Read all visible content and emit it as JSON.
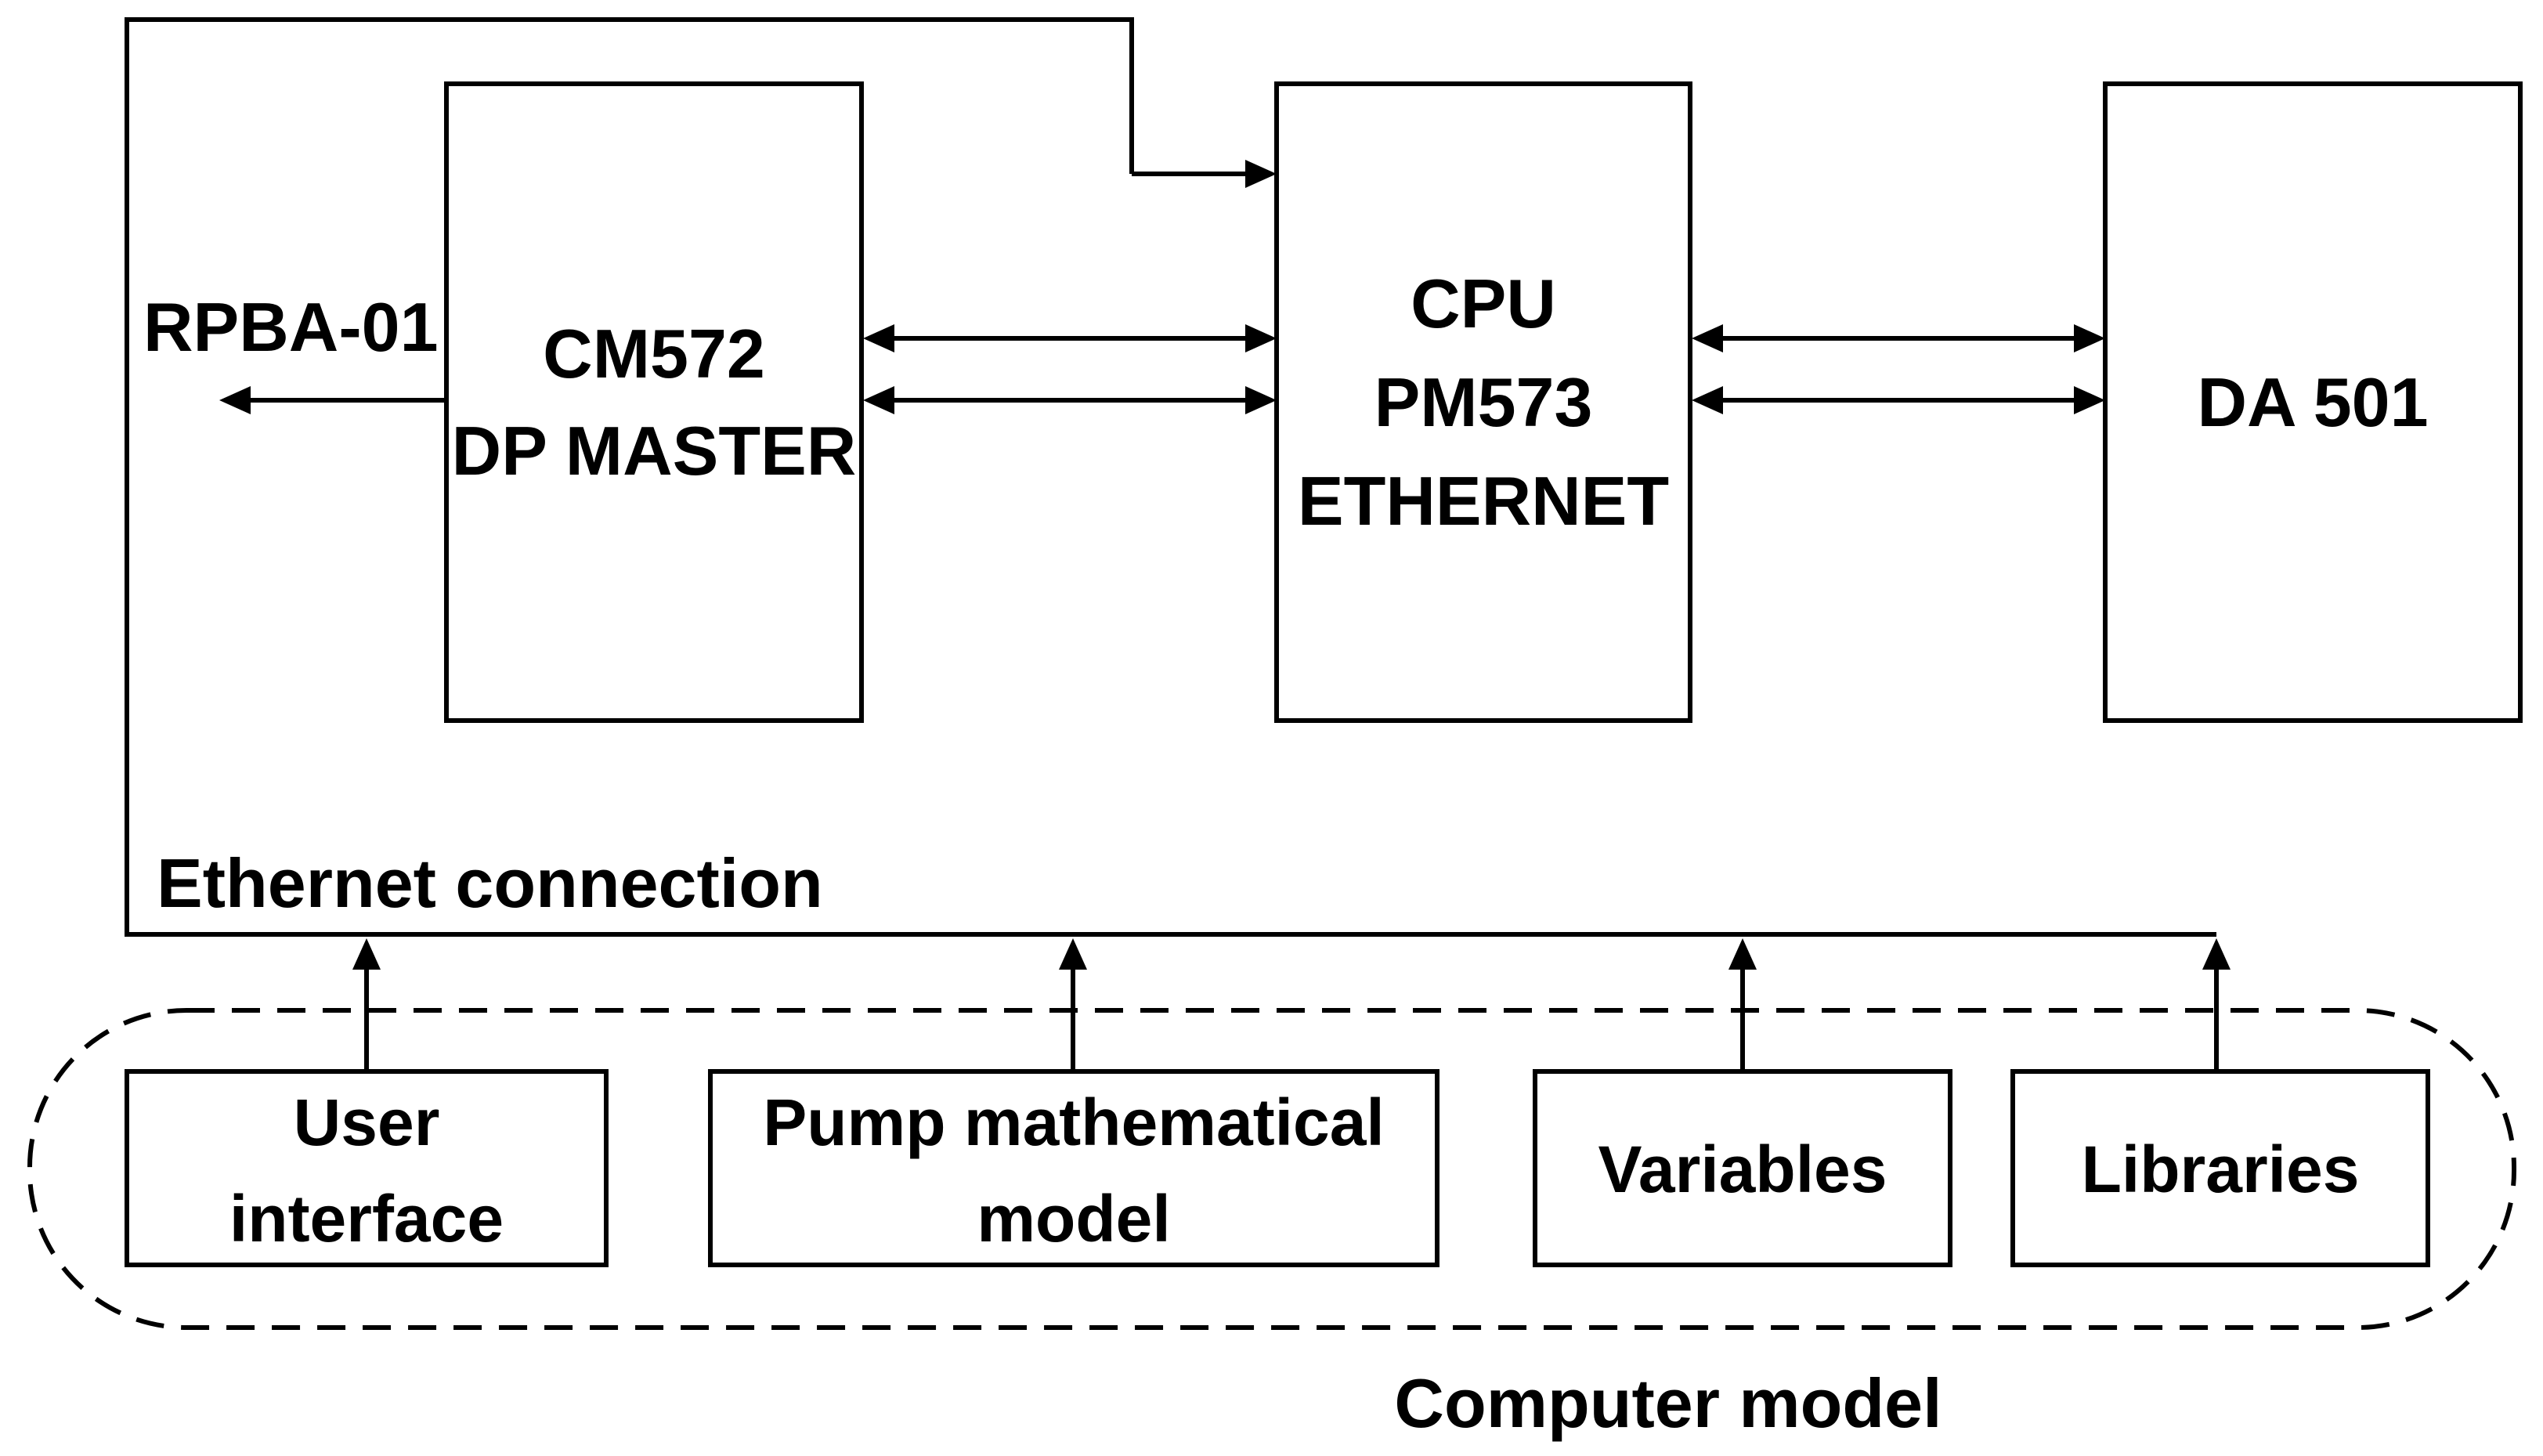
{
  "blocks": {
    "cm572": {
      "lines": [
        "CM572",
        "DP MASTER"
      ]
    },
    "cpu": {
      "lines": [
        "CPU",
        "PM573",
        "ETHERNET"
      ]
    },
    "da501": {
      "lines": [
        "DA 501"
      ]
    },
    "user_interface": {
      "lines": [
        "User",
        "interface"
      ]
    },
    "pump_model": {
      "lines": [
        "Pump mathematical",
        "model"
      ]
    },
    "variables": {
      "lines": [
        "Variables"
      ]
    },
    "libraries": {
      "lines": [
        "Libraries"
      ]
    }
  },
  "labels": {
    "rpba": "RPBA-01",
    "ethernet": "Ethernet connection",
    "computer_model": "Computer model"
  }
}
